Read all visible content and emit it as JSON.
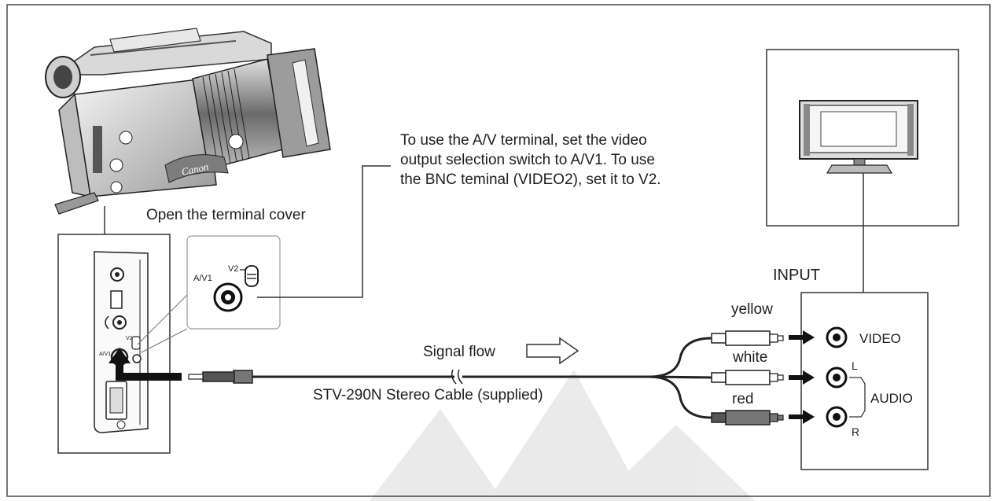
{
  "figure": {
    "open_cover_caption": "Open the terminal cover",
    "switch_note": [
      "To use the A/V terminal, set the video",
      "output selection switch to A/V1. To use",
      "the BNC teminal (VIDEO2), set it to V2."
    ],
    "switch_labels": {
      "v2": "V2",
      "av1": "A/V1"
    },
    "small_panel_labels": {
      "av1": "A/V1",
      "v2": "V2"
    },
    "camera_brand": "Canon",
    "signal_flow": "Signal flow",
    "cable_name": "STV-290N Stereo Cable (supplied)",
    "input_label": "INPUT",
    "plugs": [
      {
        "color_name": "yellow",
        "color": "#ffffff"
      },
      {
        "color_name": "white",
        "color": "#ffffff"
      },
      {
        "color_name": "red",
        "color": "#555555"
      }
    ],
    "tv_jacks": {
      "video": "VIDEO",
      "left": "L",
      "right": "R",
      "audio": "AUDIO"
    }
  }
}
